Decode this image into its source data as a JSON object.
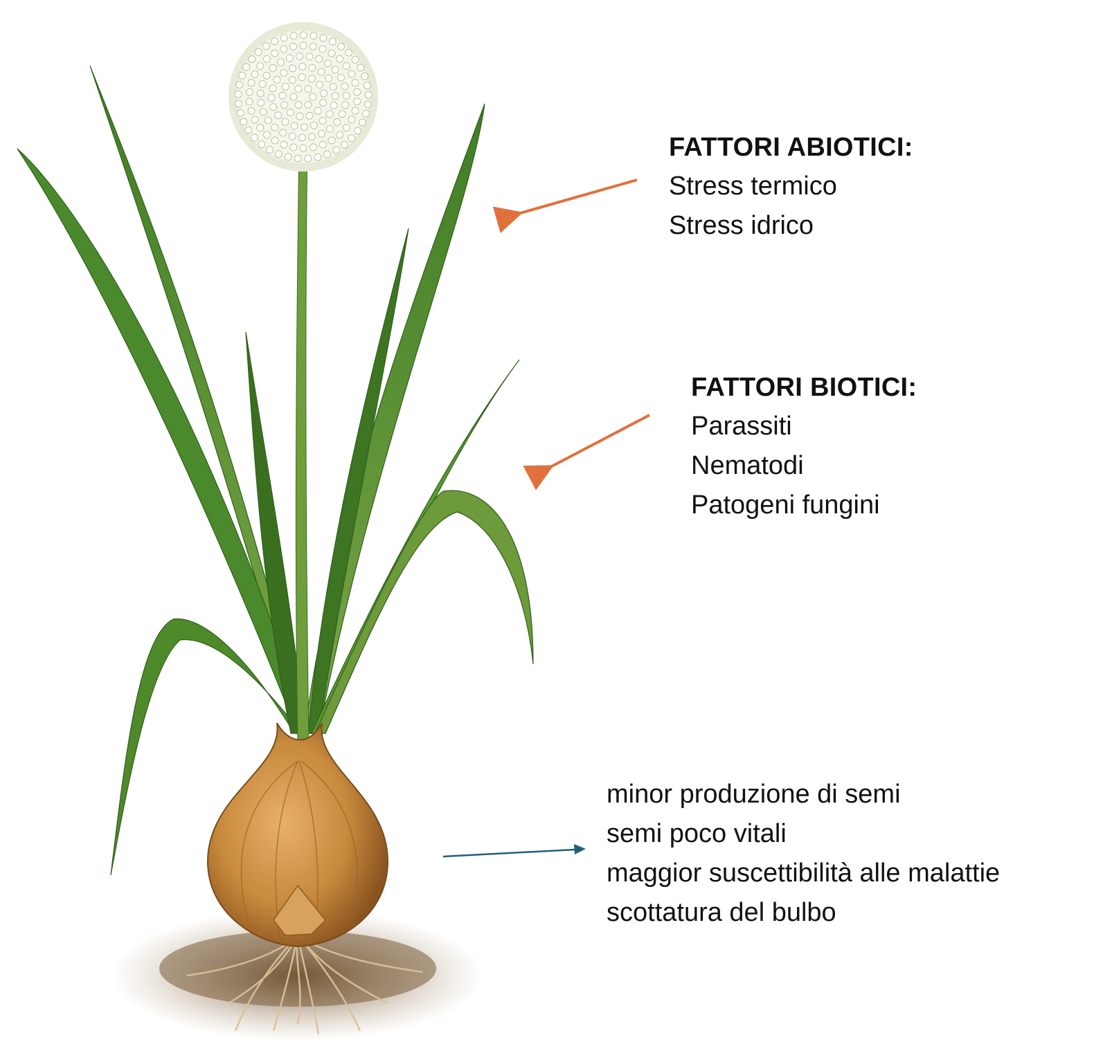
{
  "abiotic": {
    "heading": "FATTORI ABIOTICI:",
    "items": [
      "Stress termico",
      "Stress idrico"
    ]
  },
  "biotic": {
    "heading": "FATTORI BIOTICI:",
    "items": [
      "Parassiti",
      "Nematodi",
      "Patogeni fungini"
    ]
  },
  "effects": {
    "items": [
      "minor produzione di semi",
      "semi poco vitali",
      "maggior suscettibilità alle malattie",
      "scottatura del bulbo"
    ]
  },
  "colors": {
    "factor_arrow": "#e0713c",
    "effect_arrow": "#1f5f7a",
    "leaf": "#4f8a2a",
    "bulb": "#c98a3e",
    "soil": "#8a6a44",
    "flower": "#f4f6ea"
  },
  "icons": [
    "onion-plant-illustration",
    "arrow-left-icon",
    "arrow-right-icon"
  ]
}
